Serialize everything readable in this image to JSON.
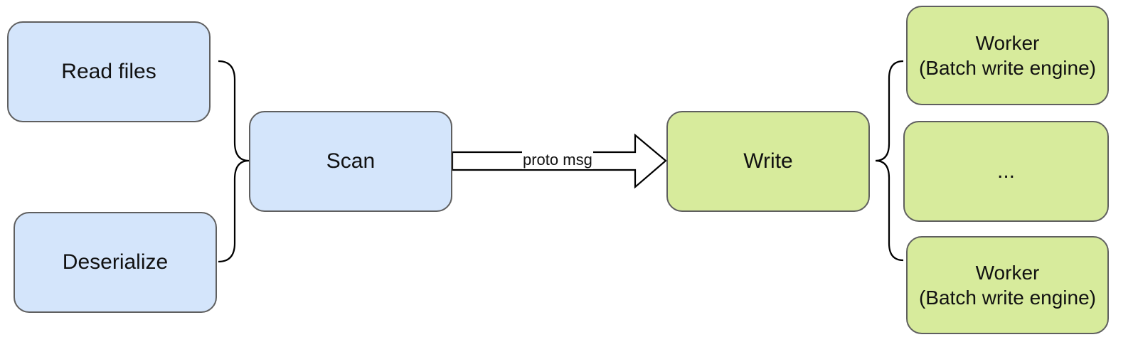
{
  "nodes": {
    "read_files": "Read files",
    "deserialize": "Deserialize",
    "scan": "Scan",
    "write": "Write",
    "worker_1": "Worker\n(Batch write engine)",
    "worker_ellipsis": "...",
    "worker_2": "Worker\n(Batch write engine)"
  },
  "edges": {
    "scan_to_write": "proto msg"
  },
  "colors": {
    "read_stage_fill": "#d4e5fb",
    "write_stage_fill": "#d7eb9c",
    "border": "#5f5f5f"
  }
}
